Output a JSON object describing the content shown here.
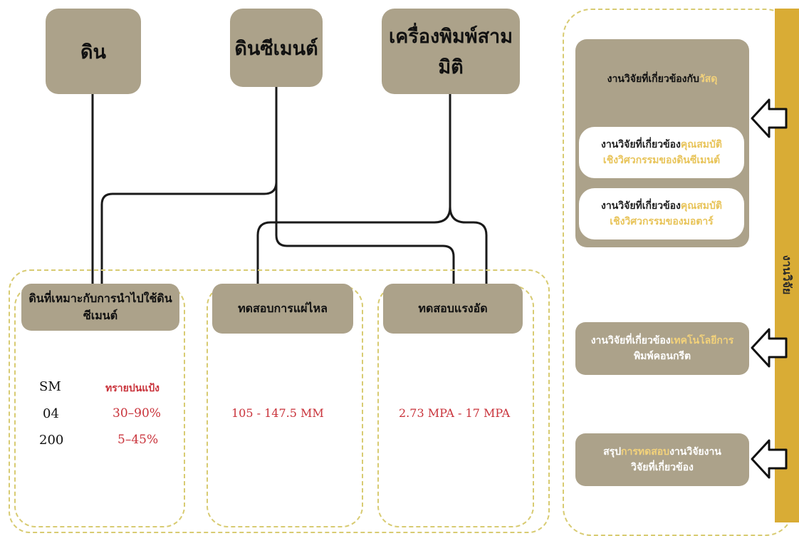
{
  "top": {
    "soil": "ดิน",
    "soil_cement": "ดินซีเมนต์",
    "printer": "เครื่องพิมพ์สามมิติ"
  },
  "groups": {
    "soil_test": {
      "title_line1": "ดินที่เหมาะกับการนำไปใช้ดิน",
      "title_line2": "ซีเมนต์",
      "col_sm": "SM",
      "col_sand": "ทรายปนแป้ง",
      "rows": [
        {
          "label": "04",
          "value": "30–90%"
        },
        {
          "label": "200",
          "value": "5–45%"
        }
      ]
    },
    "flow": {
      "title": "ทดสอบการแผ่ไหล",
      "value": "105 - 147.5 MM"
    },
    "compress": {
      "title": "ทดสอบแรงอัด",
      "value": "2.73 MPA - 17 MPA"
    }
  },
  "right": {
    "side_label": "งานวิจัย",
    "materials": {
      "title_a": "งานวิจัยที่เกี่ยวข้องกับ",
      "title_b": "วัสดุ",
      "item1": {
        "a": "งานวิจัยที่เกี่ยวข้อง",
        "b": "คุณสมบัติ",
        "c": "เชิงวิศวกรรมของดินซีเมนต์"
      },
      "item2": {
        "a": "งานวิจัยที่เกี่ยวข้อง",
        "b": "คุณสมบัติ",
        "c": "เชิงวิศวกรรมของมอตาร์"
      }
    },
    "tech": {
      "a": "งานวิจัยที่เกี่ยวข้อง",
      "b": "เทคโนโลยีการ",
      "c": "พิมพ์คอนกรีต"
    },
    "summary": {
      "a": "สรุป",
      "b": "การทดสอบ",
      "c": "งานวิจัยงาน",
      "d": "วิจัยที่เกี่ยวข้อง"
    }
  },
  "colors": {
    "box": "#aca28a",
    "dash": "#d8cb72",
    "side_bar": "#d9ac35",
    "red_text": "#c9333b",
    "gold_text": "#e8c45a"
  }
}
